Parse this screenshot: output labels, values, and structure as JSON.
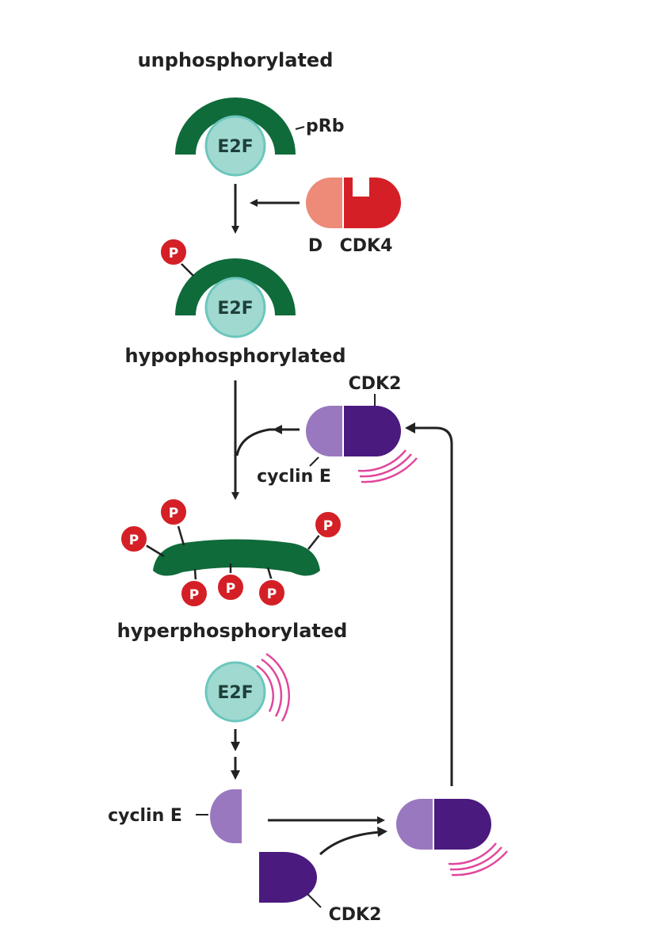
{
  "labels": {
    "unphosphorylated": "unphosphorylated",
    "prb": "pRb",
    "e2f": "E2F",
    "d": "D",
    "cdk4": "CDK4",
    "hypophosphorylated": "hypophosphorylated",
    "cdk2": "CDK2",
    "cyclin_e": "cyclin E",
    "hyperphosphorylated": "hyperphosphorylated",
    "p": "P"
  },
  "colors": {
    "prb": "#0f6b3a",
    "e2f_fill": "#9fd9cf",
    "e2f_ring": "#6cc6bd",
    "phosphate": "#d41f26",
    "cyclin_d": "#ee8a78",
    "cdk4": "#d41f26",
    "cyclin_e": "#9a78c0",
    "cdk2": "#4a1a7e",
    "activity_arcs": "#e0479c",
    "arrow": "#222222"
  }
}
